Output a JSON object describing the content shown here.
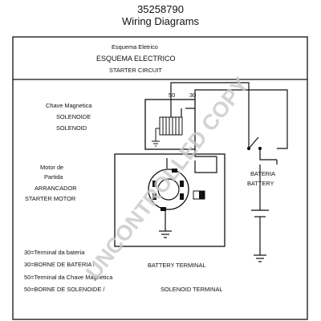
{
  "header": {
    "part_number": "35258790",
    "title": "Wiring Diagrams"
  },
  "box_header": {
    "pt": "Esquema Eletrico",
    "es": "ESQUEMA ELECTRICO",
    "en": "STARTER CIRCUIT"
  },
  "solenoid": {
    "pt": "Chave Magnetica",
    "es": "SOLENOIDE",
    "en": "SOLENOID",
    "terminal_50": "50",
    "terminal_30": "30"
  },
  "motor": {
    "pt_line1": "Motor de",
    "pt_line2": "Partida",
    "es": "ARRANCADOR",
    "en": "STARTER MOTOR"
  },
  "battery": {
    "es": "BATERIA",
    "en": "BATTERY"
  },
  "legend": {
    "l1": "30=Terminal da bateria",
    "l2": "30=BORNE DE BATERIA /",
    "l3": "50=Terminal da Chave Magnetica",
    "l4": "50=BORNE DE SOLENOIDE /",
    "r2": "BATTERY TERMINAL",
    "r4": "SOLENOID TERMINAL"
  },
  "watermark": "UNCONTROLLED COPY"
}
